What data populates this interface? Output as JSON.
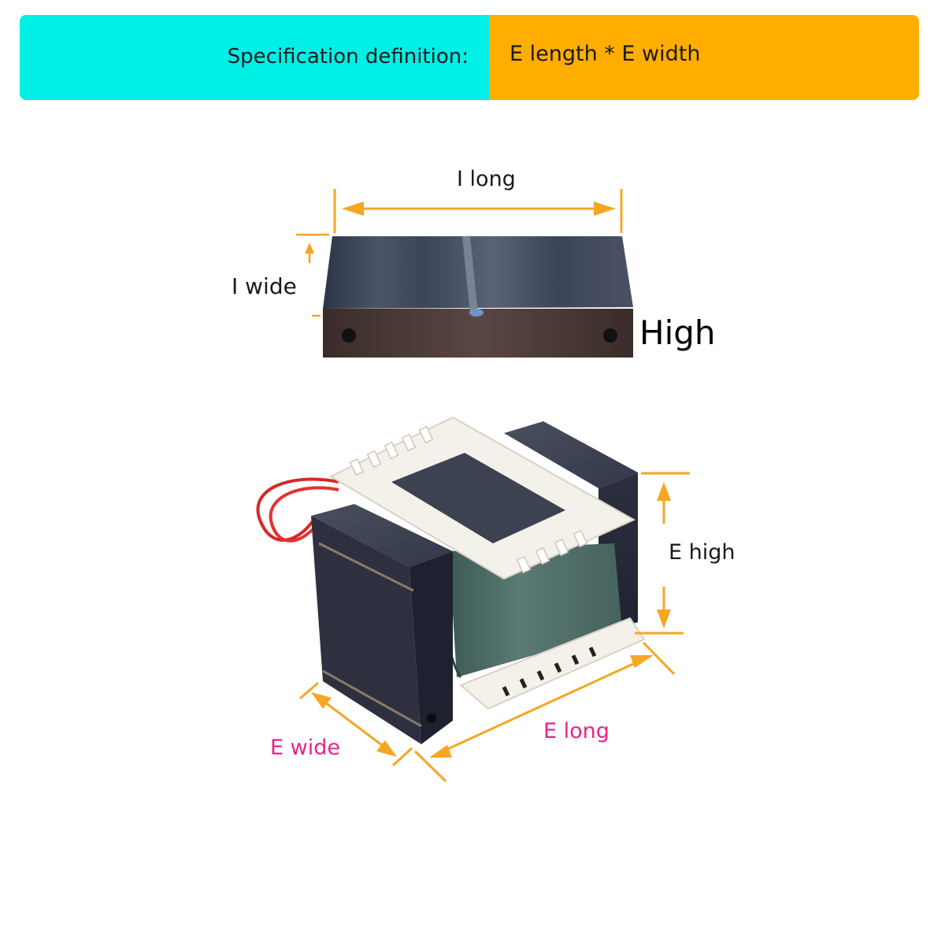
{
  "banner": {
    "label": "Specification definition:",
    "value": "E length * E width",
    "left_color": "#00F0E6",
    "right_color": "#FFAE00"
  },
  "diagram": {
    "i_long": "I long",
    "i_wide": "I wide",
    "high": "High",
    "e_high": "E high",
    "e_wide": "E wide",
    "e_long": "E long",
    "arrow_color": "#F5A623",
    "accent_label_color": "#E8238A"
  }
}
